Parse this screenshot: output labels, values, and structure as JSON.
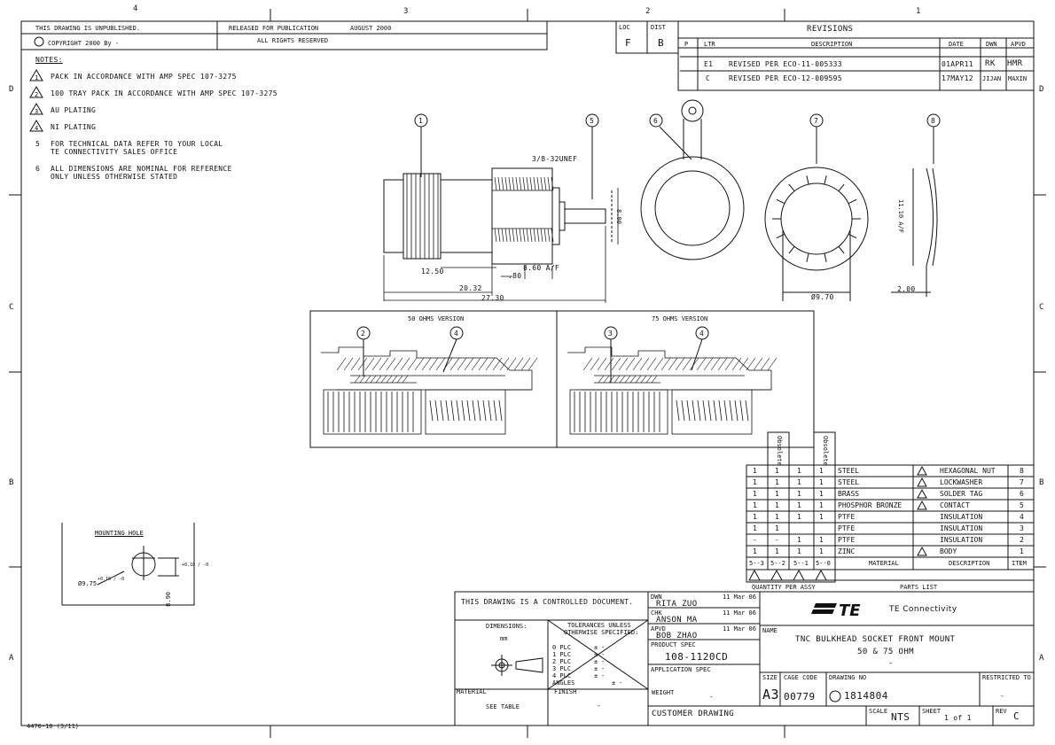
{
  "zones": {
    "top": [
      "4",
      "3",
      "2",
      "1"
    ],
    "side": [
      "D",
      "C",
      "B",
      "A"
    ]
  },
  "header": {
    "unpublished": "THIS DRAWING IS UNPUBLISHED.",
    "copyright": "COPYRIGHT 2000 By -",
    "released": "RELEASED FOR PUBLICATION",
    "release_date": "AUGUST 2000",
    "rights": "ALL RIGHTS RESERVED",
    "loc_label": "LOC",
    "loc_value": "F",
    "dist_label": "DIST",
    "dist_value": "B"
  },
  "revisions": {
    "title": "REVISIONS",
    "headers": {
      "p": "P",
      "ltr": "LTR",
      "desc": "DESCRIPTION",
      "date": "DATE",
      "dwn": "DWN",
      "apvd": "APVD"
    },
    "rows": [
      {
        "ltr": "E1",
        "desc": "REVISED PER ECO-11-005333",
        "date": "01APR11",
        "dwn": "RK",
        "apvd": "HMR"
      },
      {
        "ltr": "C",
        "desc": "REVISED PER ECO-12-009595",
        "date": "17MAY12",
        "dwn": "JIJAN",
        "apvd": "MAXIN"
      }
    ]
  },
  "notes": {
    "title": "NOTES:",
    "items": [
      {
        "num": "1",
        "text": "PACK IN ACCORDANCE WITH AMP SPEC 107-3275",
        "triangle": true
      },
      {
        "num": "2",
        "text": "100 TRAY PACK IN ACCORDANCE WITH AMP SPEC 107-3275",
        "triangle": true
      },
      {
        "num": "3",
        "text": "AU PLATING",
        "triangle": true
      },
      {
        "num": "4",
        "text": "NI PLATING",
        "triangle": true
      },
      {
        "num": "5",
        "text": "FOR TECHNICAL DATA REFER TO YOUR LOCAL",
        "text2": "TE CONNECTIVITY SALES OFFICE",
        "triangle": false
      },
      {
        "num": "6",
        "text": "ALL DIMENSIONS ARE NOMINAL FOR REFERENCE",
        "text2": "ONLY UNLESS OTHERWISE STATED",
        "triangle": false
      }
    ]
  },
  "balloons": [
    "1",
    "5",
    "6",
    "7",
    "8",
    "2",
    "4",
    "3",
    "4"
  ],
  "dimensions": {
    "thread": "3/8-32UNEF",
    "d1": "12.50",
    "d2": "20.32",
    "d3": "27.30",
    "d4": ".80",
    "d5": "8.60 A/F",
    "d6": "8.00",
    "d7": "Ø9.70",
    "d8": "11.10 A/F",
    "d9": "2.00"
  },
  "sections": {
    "left": "50 OHMS VERSION",
    "right": "75 OHMS VERSION"
  },
  "mounting": {
    "title": "MOUNTING HOLE",
    "dia": "Ø9.75",
    "tol": "+0.10 / -0",
    "flat": "8.90",
    "flat_tol": "+0.10 / -0"
  },
  "bom": {
    "obsolete": "Obsolete",
    "rows": [
      {
        "q": [
          "1",
          "1",
          "1",
          "1"
        ],
        "mat": "STEEL",
        "tri": true,
        "desc": "HEXAGONAL NUT",
        "item": "8"
      },
      {
        "q": [
          "1",
          "1",
          "1",
          "1"
        ],
        "mat": "STEEL",
        "tri": true,
        "desc": "LOCKWASHER",
        "item": "7"
      },
      {
        "q": [
          "1",
          "1",
          "1",
          "1"
        ],
        "mat": "BRASS",
        "tri": true,
        "desc": "SOLDER TAG",
        "item": "6"
      },
      {
        "q": [
          "1",
          "1",
          "1",
          "1"
        ],
        "mat": "PHOSPHOR BRONZE",
        "tri": true,
        "desc": "CONTACT",
        "item": "5"
      },
      {
        "q": [
          "1",
          "1",
          "1",
          "1"
        ],
        "mat": "PTFE",
        "tri": false,
        "desc": "INSULATION",
        "item": "4"
      },
      {
        "q": [
          "1",
          "1",
          "",
          ""
        ],
        "mat": "PTFE",
        "tri": false,
        "desc": "INSULATION",
        "item": "3"
      },
      {
        "q": [
          "-",
          "-",
          "1",
          "1"
        ],
        "mat": "PTFE",
        "tri": false,
        "desc": "INSULATION",
        "item": "2"
      },
      {
        "q": [
          "1",
          "1",
          "1",
          "1"
        ],
        "mat": "ZINC",
        "tri": true,
        "desc": "BODY",
        "item": "1"
      }
    ],
    "dash": [
      "5--3",
      "5--2",
      "5--1",
      "5--0"
    ],
    "headers": {
      "material": "MATERIAL",
      "description": "DESCRIPTION",
      "item": "ITEM"
    },
    "qty": "QUANTITY PER ASSY",
    "parts": "PARTS LIST"
  },
  "title_block": {
    "controlled": "THIS DRAWING IS A CONTROLLED DOCUMENT.",
    "dims_label": "DIMENSIONS:",
    "dims_unit": "mm",
    "tol_label": "TOLERANCES UNLESS",
    "tol_label2": "OTHERWISE SPECIFIED:",
    "tol_rows": [
      "0 PLC",
      "1 PLC",
      "2 PLC",
      "3 PLC",
      "4 PLC",
      "ANGLES"
    ],
    "tol_vals": [
      "±",
      "±",
      "±",
      "±",
      "±",
      "±"
    ],
    "tol_dash": [
      "-",
      "-",
      "-",
      "-",
      "-",
      "-"
    ],
    "material_label": "MATERIAL",
    "material_value": "SEE TABLE",
    "finish_label": "FINISH",
    "finish_value": "-",
    "weight_label": "WEIGHT",
    "weight_value": "-",
    "dwn_label": "DWN",
    "dwn_name": "RITA ZUO",
    "dwn_date": "11 Mar 06",
    "chk_label": "CHK",
    "chk_name": "ANSON MA",
    "chk_date": "11 Mar 06",
    "appvd_label": "APVD",
    "appvd_name": "BOB ZHAO",
    "appvd_date": "11 Mar 06",
    "product_spec_label": "PRODUCT SPEC",
    "product_spec": "108-1120CD",
    "app_spec_label": "APPLICATION SPEC",
    "company": "TE Connectivity",
    "name_label": "NAME",
    "name_line1": "TNC BULKHEAD SOCKET FRONT MOUNT",
    "name_line2": "50 & 75 OHM",
    "name_line3": "-",
    "size_label": "SIZE",
    "size": "A3",
    "cage_label": "CAGE CODE",
    "cage": "00779",
    "dwg_label": "DRAWING NO",
    "dwg": "1814804",
    "restricted_label": "RESTRICTED TO",
    "restricted": "-",
    "customer": "CUSTOMER DRAWING",
    "scale_label": "SCALE",
    "scale": "NTS",
    "sheet_label": "SHEET",
    "sheet": "1 of 1",
    "rev_label": "REV",
    "rev": "C"
  },
  "form": "4470-10 (3/11)"
}
